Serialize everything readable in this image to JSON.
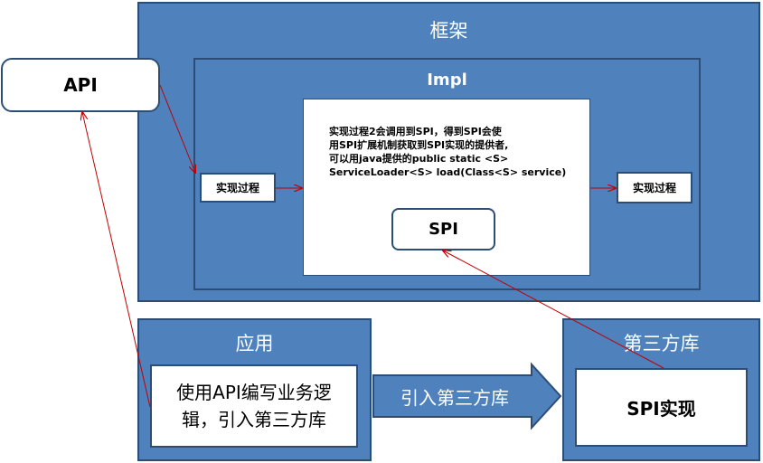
{
  "framework": {
    "title": "框架"
  },
  "impl": {
    "title": "Impl"
  },
  "api": {
    "label": "API"
  },
  "impl_step_left": {
    "label": "实现过程"
  },
  "impl_step_right": {
    "label": "实现过程"
  },
  "impl_note": {
    "lines": [
      "实现过程2会调用到SPI，得到SPI会使",
      "用SPI扩展机制获取到SPI实现的提供者,",
      "可以用java提供的public static <S>",
      "ServiceLoader<S> load(Class<S> service)"
    ]
  },
  "spi": {
    "label": "SPI"
  },
  "application": {
    "title": "应用",
    "content_line1": "使用API编写业务逻",
    "content_line2": "辑，引入第三方库"
  },
  "arrow_label": "引入第三方库",
  "third_party": {
    "title": "第三方库",
    "spi_impl": "SPI实现"
  },
  "colors": {
    "box_blue": "#4f81bd",
    "border": "#2c4d75",
    "connector": "#c00000"
  }
}
